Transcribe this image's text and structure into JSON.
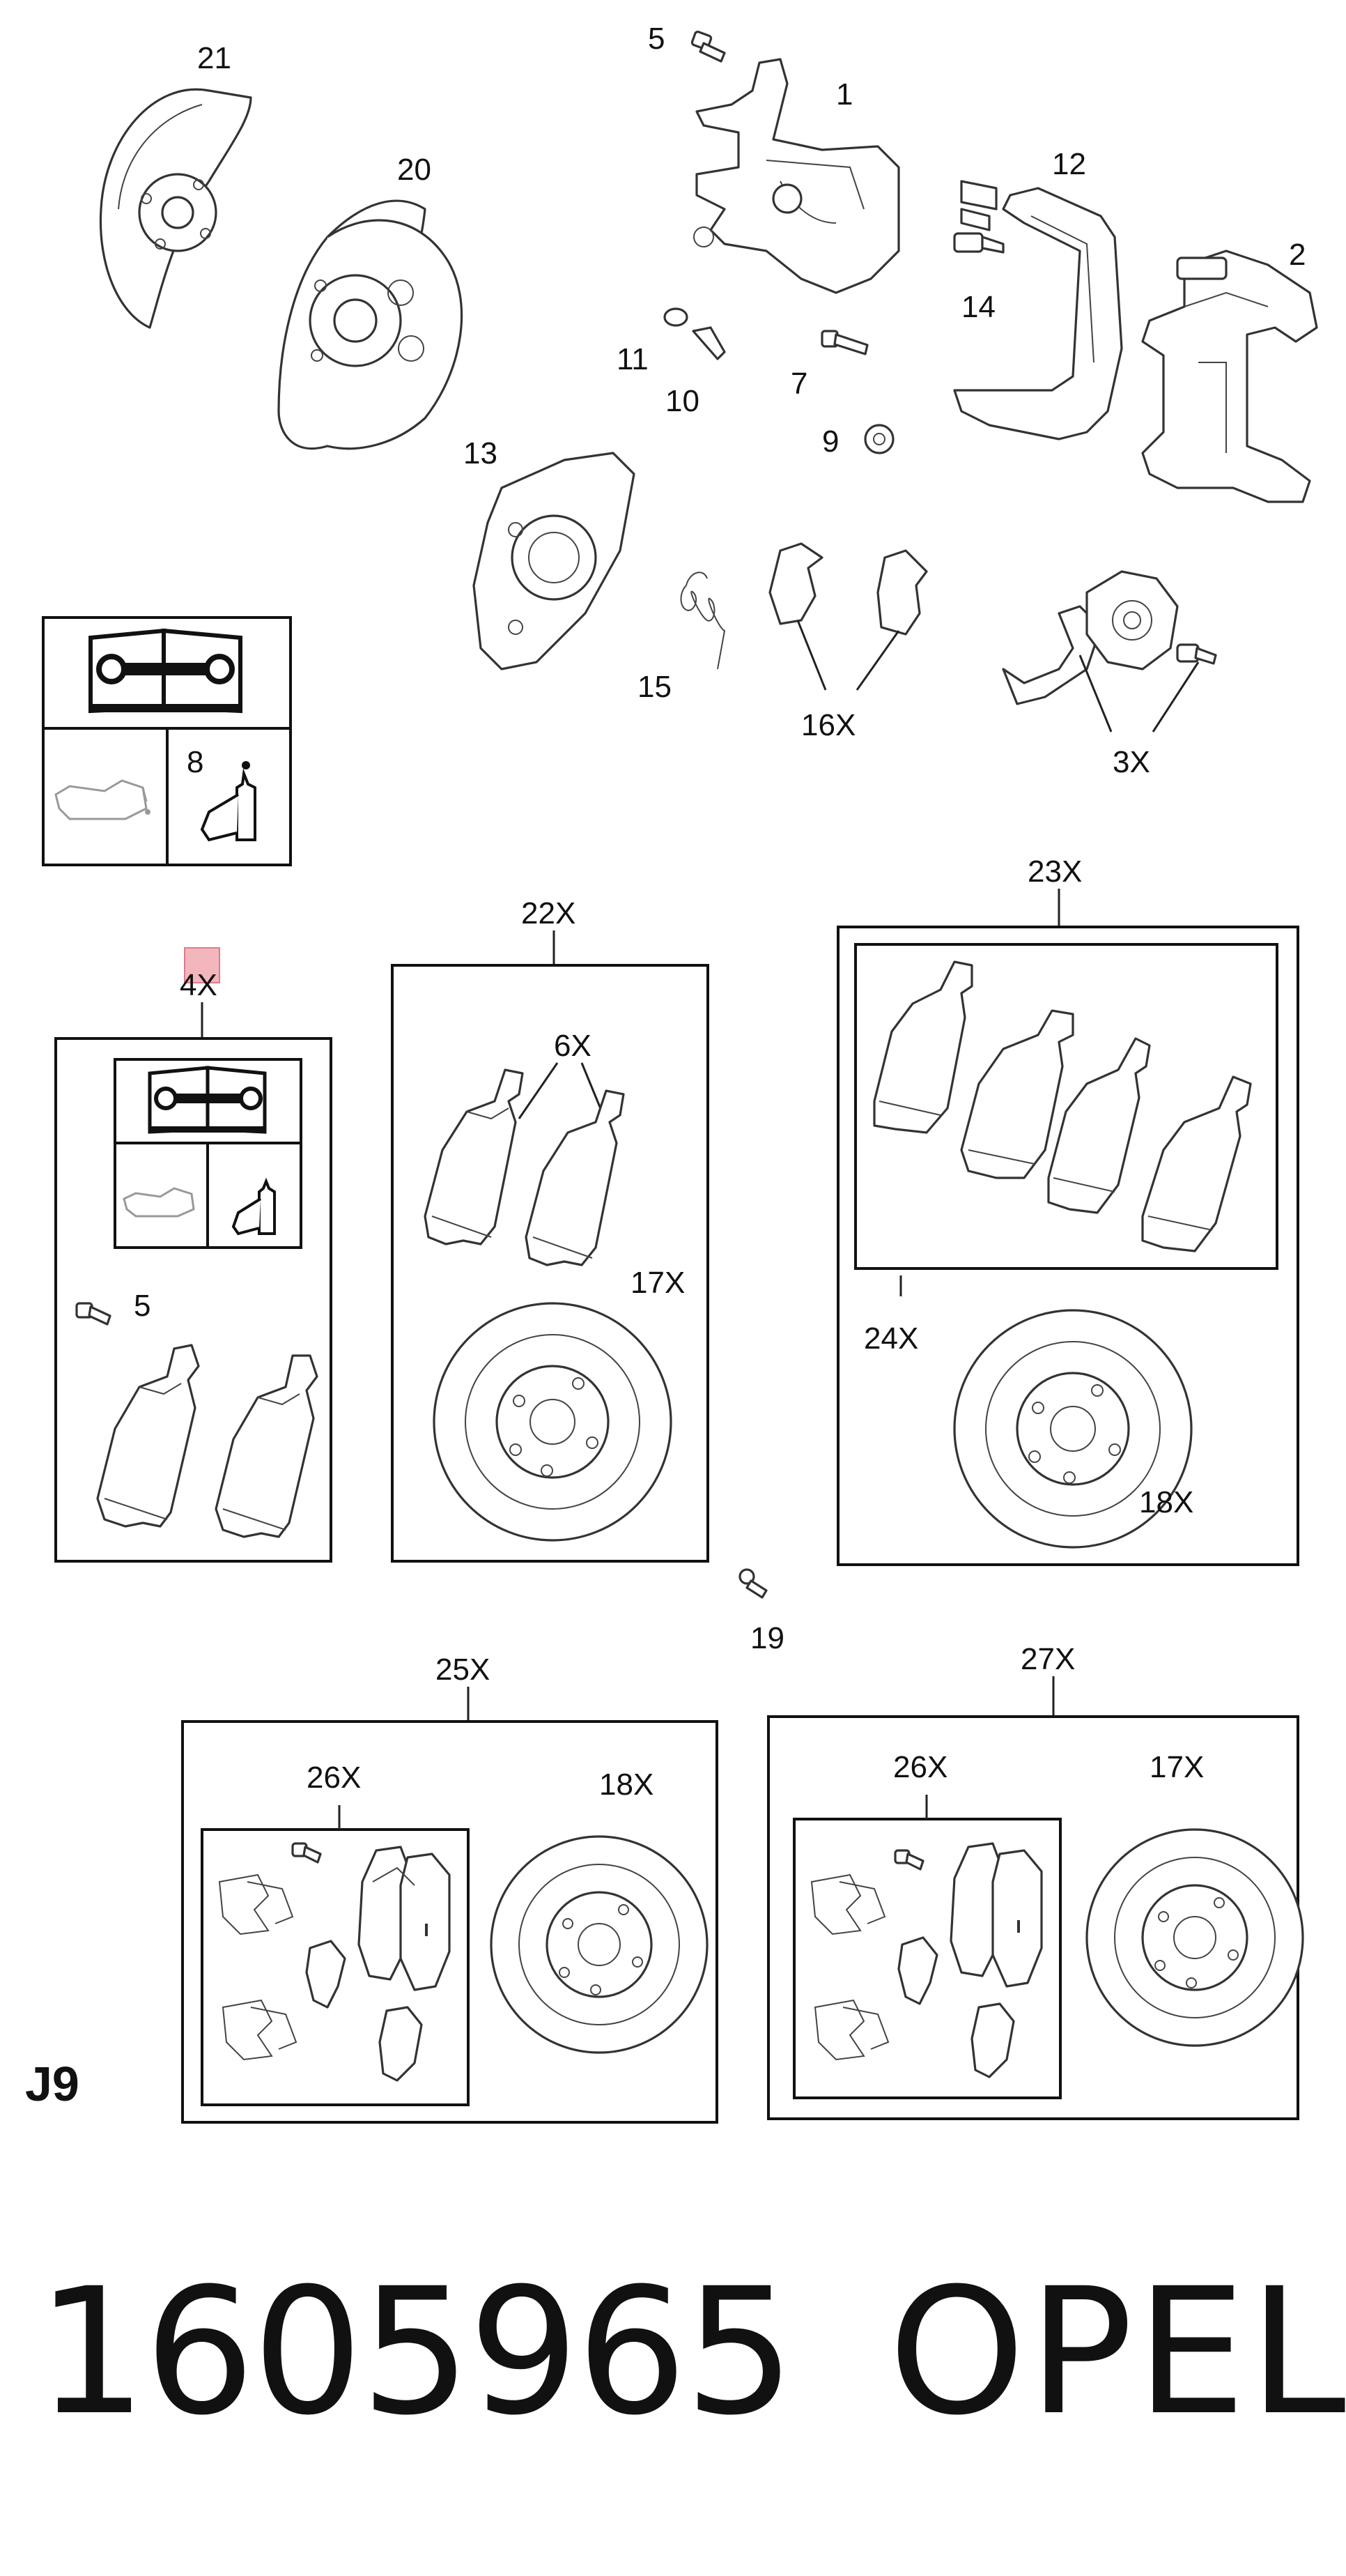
{
  "callouts": {
    "c21": "21",
    "c20": "20",
    "c5top": "5",
    "c1": "1",
    "c12": "12",
    "c2": "2",
    "c14": "14",
    "c11": "11",
    "c10": "10",
    "c7": "7",
    "c9": "9",
    "c13": "13",
    "c15": "15",
    "c16x": "16X",
    "c3x": "3X",
    "c8": "8",
    "c4x": "4X",
    "c5kit": "5",
    "c22x": "22X",
    "c6x": "6X",
    "c17x_a": "17X",
    "c23x": "23X",
    "c24x": "24X",
    "c18x_a": "18X",
    "c19": "19",
    "c25x": "25X",
    "c26x_a": "26X",
    "c18x_b": "18X",
    "c27x": "27X",
    "c26x_b": "26X",
    "c17x_b": "17X"
  },
  "sheet_code": "J9",
  "part_number": "1605965",
  "brand": "OPEL",
  "icons": [
    "repair-manual-icon",
    "lubrication-vehicle-icon",
    "grease-bottle-icon"
  ],
  "colors": {
    "line": "#222222",
    "highlight": "#f4b6bd"
  }
}
